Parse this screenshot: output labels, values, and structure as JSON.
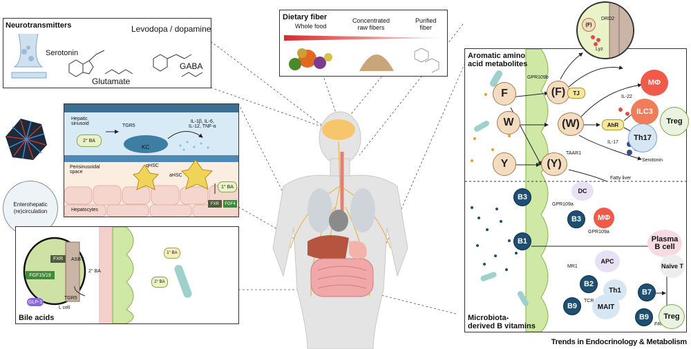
{
  "neuro": {
    "title": "Neurotransmitters",
    "serotonin": "Serotonin",
    "levodopa": "Levodopa / dopamine",
    "glutamate": "Glutamate",
    "gaba": "GABA"
  },
  "fiber": {
    "title": "Dietary fiber",
    "whole": "Whole food",
    "concentrated": "Concentrated\nraw fibers",
    "purified": "Purified\nfiber"
  },
  "liver": {
    "hepatic": "Hepatic\nsinusoid",
    "tgr5": "TGR5",
    "ba2": "2° BA",
    "kc": "KC",
    "cytokines": "IL-1β, IL-6,\nIL-12, TNF-α",
    "perisinusoidal": "Perisinusoidal\nspace",
    "qhsc": "qHSC",
    "ahsc": "aHSC",
    "ba1": "1° BA",
    "fxr": "FXR",
    "fgf4": "FGF4",
    "hepatocytes": "Hepatocytes"
  },
  "entero": {
    "label": "Enterohepatic\n(re)circulation"
  },
  "bile": {
    "title": "Bile acids",
    "fxr": "FXR",
    "asbt": "ASBT",
    "fgf": "FGF15/19",
    "ba2": "2° BA",
    "glp1": "GLP-1",
    "tgr5": "TGR5",
    "lcell": "L cell",
    "ba1_lumen": "1° BA",
    "ba2_lumen": "2° BA"
  },
  "aromatic": {
    "title": "Aromatic amino\nacid metabolites",
    "F": "F",
    "W": "W",
    "Y": "Y",
    "Fm": "(F)",
    "Wm": "(W)",
    "Ym": "(Y)",
    "gpr109b": "GPR109b",
    "tj": "TJ",
    "drd2": "DRD2",
    "fsmall": "(F)",
    "lyz": "Lyz",
    "mphi": "MΦ",
    "il22": "IL-22",
    "ilc3": "ILC3",
    "ahr": "AhR",
    "treg": "Treg",
    "th17": "Th17",
    "il17": "IL-17",
    "taar1": "TAAR1",
    "serotonin": "Serotonin",
    "fattyliver": "Fatty liver"
  },
  "bvit": {
    "title": "Microbiota-\nderived B vitamins",
    "b3a": "B3",
    "dc": "DC",
    "gpr109a_1": "GPR109a",
    "b3b": "B3",
    "gpr109a_2": "GPR109a",
    "mphi": "MΦ",
    "b1": "B1",
    "plasma": "Plasma\nB cell",
    "mr1": "MR1",
    "apc": "APC",
    "b2": "B2",
    "th1": "Th1",
    "b9a": "B9",
    "tcr": "TCR",
    "mait": "MAIT",
    "naive": "Naïve T",
    "b7": "B7",
    "b9b": "B9",
    "fr4": "FR4",
    "treg": "Treg"
  },
  "credit": "Trends in Endocrinology & Metabolism"
}
